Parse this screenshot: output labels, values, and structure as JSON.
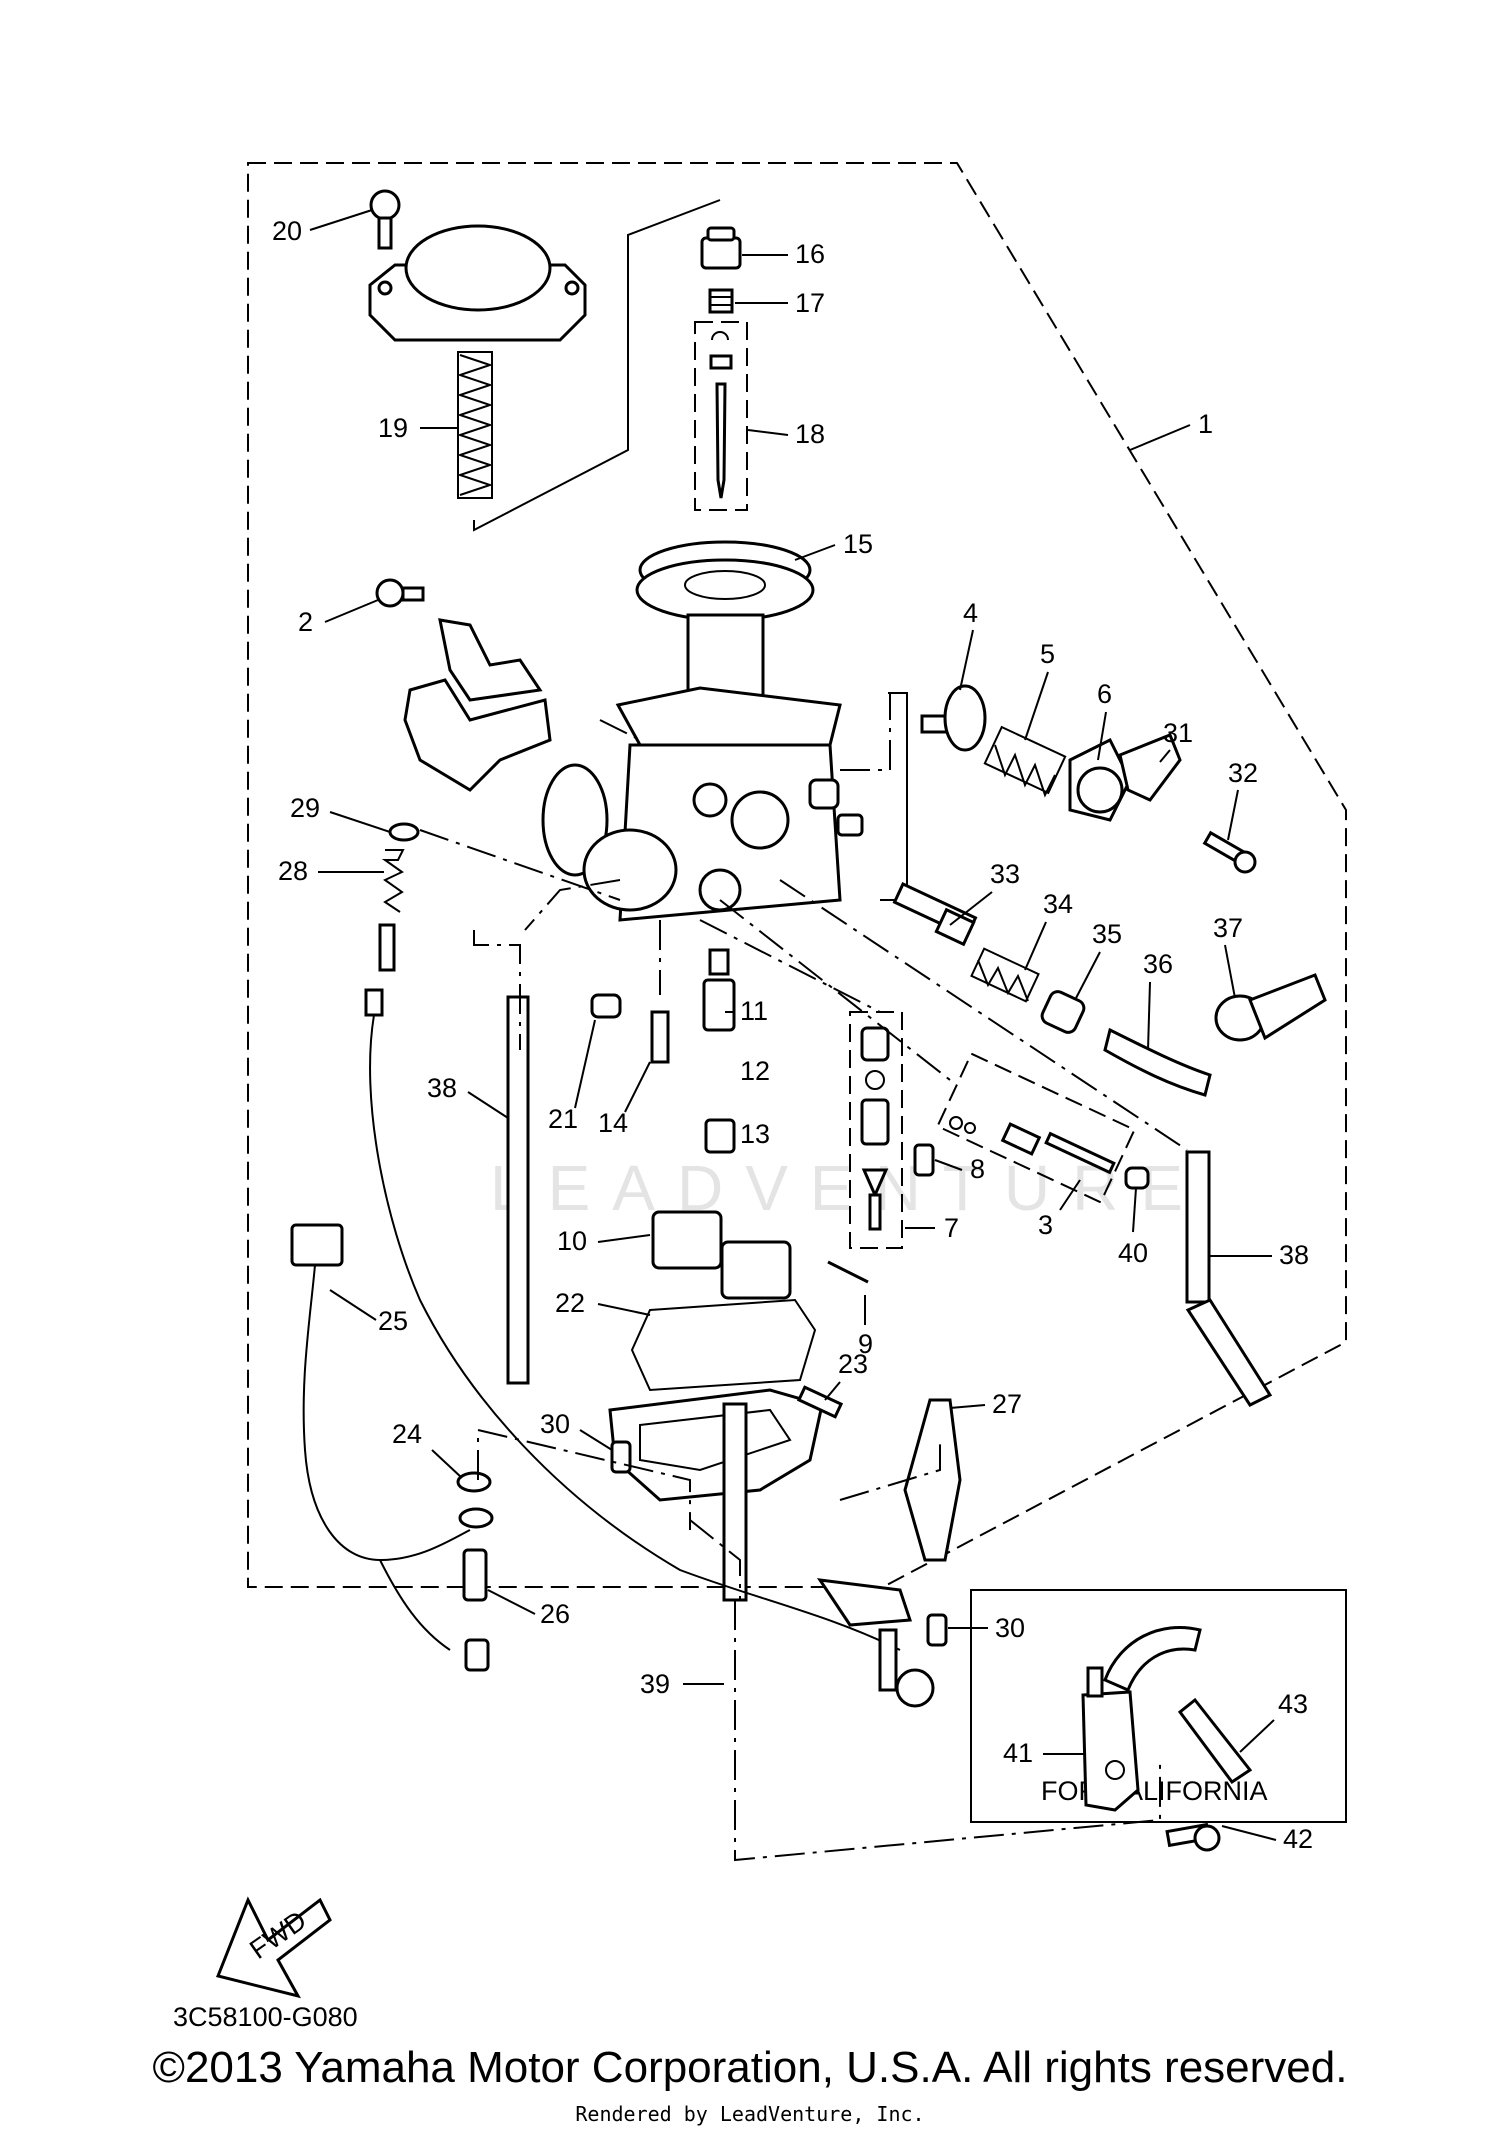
{
  "diagram": {
    "drawing_code": "3C58100-G080",
    "inset_title": "FOR CALIFORNIA",
    "fwd_label": "FWD",
    "watermark": "LEADVENTURE",
    "copyright": "©2013 Yamaha Motor Corporation, U.S.A. All rights reserved.",
    "rendered_by": "Rendered by LeadVenture, Inc.",
    "callouts": [
      {
        "id": "c1",
        "text": "1"
      },
      {
        "id": "c2",
        "text": "2"
      },
      {
        "id": "c3",
        "text": "3"
      },
      {
        "id": "c4",
        "text": "4"
      },
      {
        "id": "c5",
        "text": "5"
      },
      {
        "id": "c6",
        "text": "6"
      },
      {
        "id": "c7",
        "text": "7"
      },
      {
        "id": "c8",
        "text": "8"
      },
      {
        "id": "c9",
        "text": "9"
      },
      {
        "id": "c10",
        "text": "10"
      },
      {
        "id": "c11",
        "text": "11"
      },
      {
        "id": "c12",
        "text": "12"
      },
      {
        "id": "c13",
        "text": "13"
      },
      {
        "id": "c14",
        "text": "14"
      },
      {
        "id": "c15",
        "text": "15"
      },
      {
        "id": "c16",
        "text": "16"
      },
      {
        "id": "c17",
        "text": "17"
      },
      {
        "id": "c18",
        "text": "18"
      },
      {
        "id": "c19",
        "text": "19"
      },
      {
        "id": "c20",
        "text": "20"
      },
      {
        "id": "c21",
        "text": "21"
      },
      {
        "id": "c22",
        "text": "22"
      },
      {
        "id": "c23",
        "text": "23"
      },
      {
        "id": "c24",
        "text": "24"
      },
      {
        "id": "c25",
        "text": "25"
      },
      {
        "id": "c26",
        "text": "26"
      },
      {
        "id": "c27",
        "text": "27"
      },
      {
        "id": "c28",
        "text": "28"
      },
      {
        "id": "c29",
        "text": "29"
      },
      {
        "id": "c30a",
        "text": "30"
      },
      {
        "id": "c30b",
        "text": "30"
      },
      {
        "id": "c31",
        "text": "31"
      },
      {
        "id": "c32",
        "text": "32"
      },
      {
        "id": "c33",
        "text": "33"
      },
      {
        "id": "c34",
        "text": "34"
      },
      {
        "id": "c35",
        "text": "35"
      },
      {
        "id": "c36",
        "text": "36"
      },
      {
        "id": "c37",
        "text": "37"
      },
      {
        "id": "c38a",
        "text": "38"
      },
      {
        "id": "c38b",
        "text": "38"
      },
      {
        "id": "c39",
        "text": "39"
      },
      {
        "id": "c40",
        "text": "40"
      },
      {
        "id": "c41",
        "text": "41"
      },
      {
        "id": "c42",
        "text": "42"
      },
      {
        "id": "c43",
        "text": "43"
      }
    ]
  }
}
